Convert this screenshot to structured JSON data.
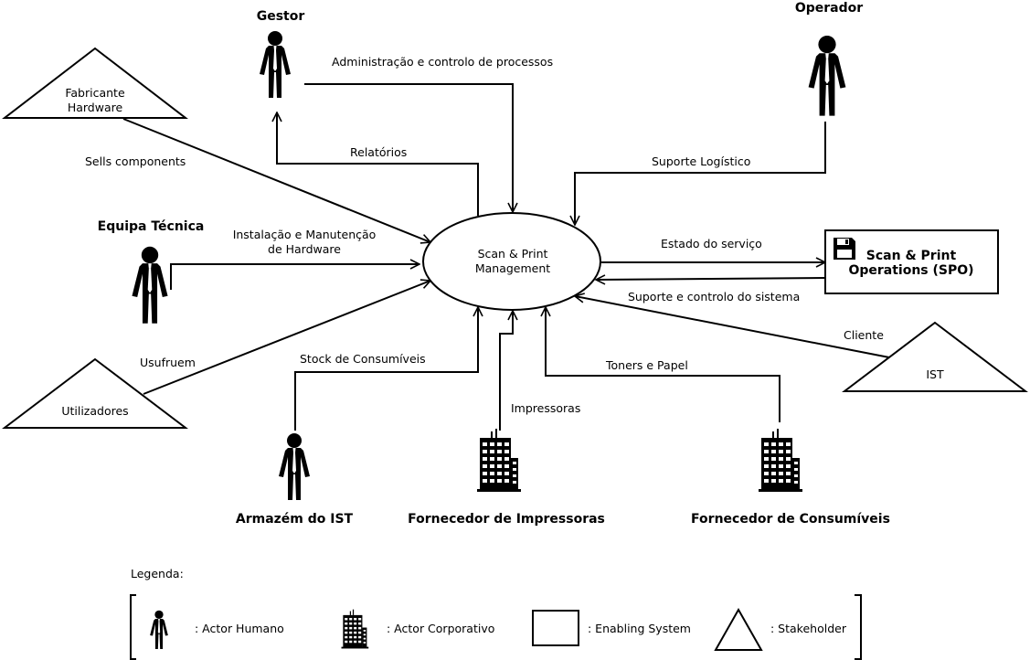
{
  "center": {
    "line1": "Scan & Print",
    "line2": "Management"
  },
  "actors": {
    "gestor": "Gestor",
    "operador": "Operador",
    "equipa": "Equipa Técnica",
    "armazem": "Armazém do IST",
    "forn_imp": "Fornecedor de Impressoras",
    "forn_cons": "Fornecedor de Consumíveis"
  },
  "stakeholders": {
    "fabricante_1": "Fabricante",
    "fabricante_2": "Hardware",
    "utilizadores": "Utilizadores",
    "ist": "IST"
  },
  "spo": {
    "line1": "Scan & Print",
    "line2": "Operations (SPO)"
  },
  "edges": {
    "admin": "Administração e controlo de processos",
    "relatorios": "Relatórios",
    "sells": "Sells components",
    "suporte_log": "Suporte Logístico",
    "instalacao_1": "Instalação e Manutenção",
    "instalacao_2": "de Hardware",
    "estado": "Estado do serviço",
    "suporte_ctrl": "Suporte e controlo do sistema",
    "cliente": "Cliente",
    "usufruem": "Usufruem",
    "stock": "Stock de Consumíveis",
    "toners": "Toners e Papel",
    "impressoras": "Impressoras"
  },
  "legend": {
    "title": "Legenda:",
    "human": ": Actor Humano",
    "corp": ": Actor Corporativo",
    "system": ": Enabling System",
    "stakeholder": ": Stakeholder"
  }
}
